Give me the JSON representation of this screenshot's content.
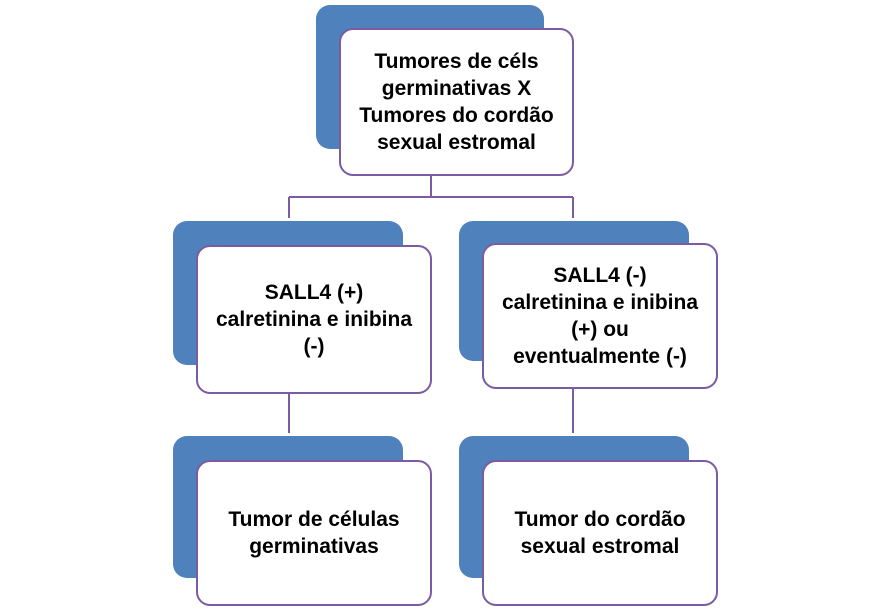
{
  "diagram": {
    "nodes": [
      {
        "id": "root",
        "text": "Tumores de céls\ngerminativas X\nTumores do cordão\nsexual estromal"
      },
      {
        "id": "left-criteria",
        "text": "SALL4 (+)\ncalretinina e inibina\n(-)"
      },
      {
        "id": "right-criteria",
        "text": "SALL4 (-)\ncalretinina e inibina\n(+) ou\neventualmente (-)"
      },
      {
        "id": "left-result",
        "text": "Tumor de células\ngerminativas"
      },
      {
        "id": "right-result",
        "text": "Tumor do cordão\nsexual estromal"
      }
    ],
    "edges": [
      {
        "from": "root",
        "to": "left-criteria"
      },
      {
        "from": "root",
        "to": "right-criteria"
      },
      {
        "from": "left-criteria",
        "to": "left-result"
      },
      {
        "from": "right-criteria",
        "to": "right-result"
      }
    ],
    "colors": {
      "shadow": "#4f81bd",
      "border": "#7b5ba1",
      "connector": "#7b5ba1",
      "fill": "#ffffff",
      "text": "#000000"
    }
  }
}
